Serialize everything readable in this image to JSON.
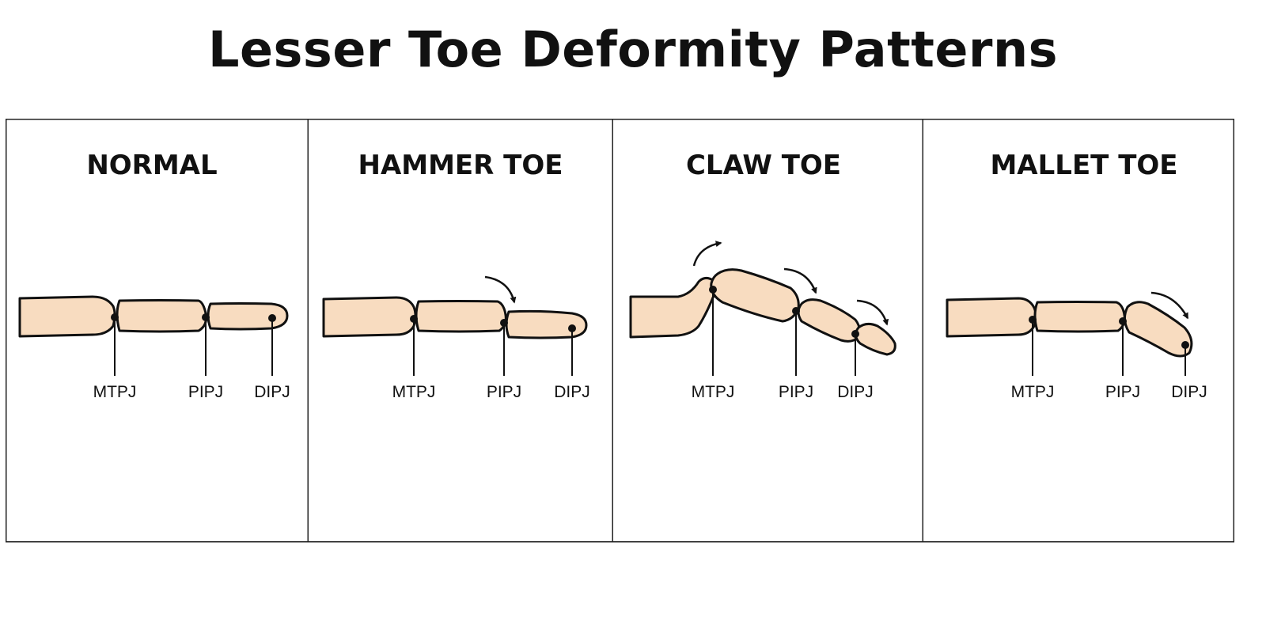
{
  "title": "Lesser Toe Deformity Patterns",
  "panels": [
    {
      "title": "NORMAL",
      "labels": [
        "MTPJ",
        "PIPJ",
        "DIPJ"
      ]
    },
    {
      "title": "HAMMER TOE",
      "labels": [
        "MTPJ",
        "PIPJ",
        "DIPJ"
      ]
    },
    {
      "title": "CLAW TOE",
      "labels": [
        "MTPJ",
        "PIPJ",
        "DIPJ"
      ]
    },
    {
      "title": "MALLET TOE",
      "labels": [
        "MTPJ",
        "PIPJ",
        "DIPJ"
      ]
    }
  ],
  "colors": {
    "skin": "#f8dcc0",
    "outline": "#111111"
  },
  "icons": {
    "flexion_arrow": "curved-arrow-icon"
  }
}
